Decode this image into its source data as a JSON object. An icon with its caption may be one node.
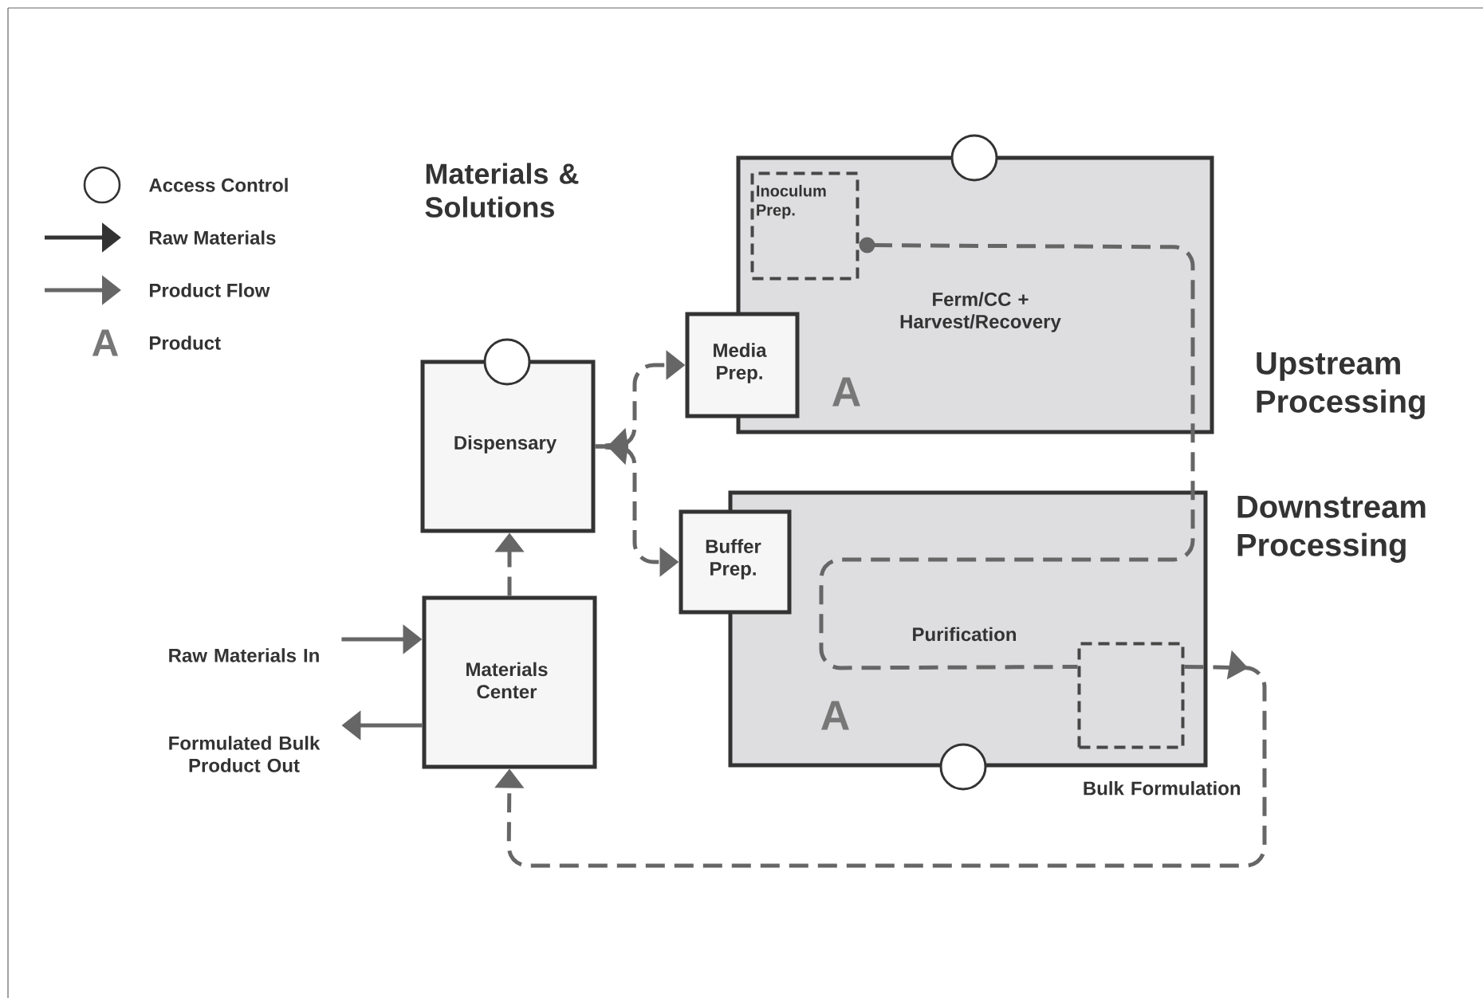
{
  "diagram": {
    "nodes": [
      {
        "text": [
          "Upstream Processing",
          "Ferm/CC + Harvest/Recovery",
          "A"
        ]
      },
      {
        "text": [
          "Inoculum Prep."
        ],
        "in": 0
      },
      {
        "text": [
          "Downstream Processing",
          "Purification",
          "A"
        ]
      },
      {
        "text": [
          "Bulk Formulation"
        ],
        "in": 2
      },
      {
        "text": [
          "Dispensary"
        ]
      },
      {
        "text": [
          "Materials Center"
        ]
      },
      {
        "text": [
          "Media Prep."
        ]
      },
      {
        "text": [
          "Buffer Prep."
        ]
      },
      {
        "text": [
          "Raw Materials In"
        ]
      },
      {
        "text": [
          "Formulated Bulk Product Out"
        ]
      }
    ],
    "edges": [
      {
        "from": 8,
        "to": 5,
        "arrow": "to"
      },
      {
        "from": 5,
        "to": 9,
        "arrow": "to"
      },
      {
        "from": 5,
        "to": 4,
        "arrow": "to",
        "style": "dashed"
      },
      {
        "from": 4,
        "to": 6,
        "arrow": "to",
        "style": "dashed"
      },
      {
        "from": 4,
        "to": 7,
        "arrow": "to",
        "style": "dashed"
      },
      {
        "from": 1,
        "to": 3,
        "arrow": "other",
        "style": "dashed"
      },
      {
        "from": 3,
        "to": 5,
        "arrow": "to",
        "style": "dashed"
      }
    ],
    "labels": [
      "Materials & Solutions",
      "A"
    ],
    "legend": [
      {
        "text": "Access Control"
      },
      {
        "text": "Raw Materials"
      },
      {
        "text": "Product Flow"
      },
      {
        "text": "Product"
      }
    ]
  }
}
